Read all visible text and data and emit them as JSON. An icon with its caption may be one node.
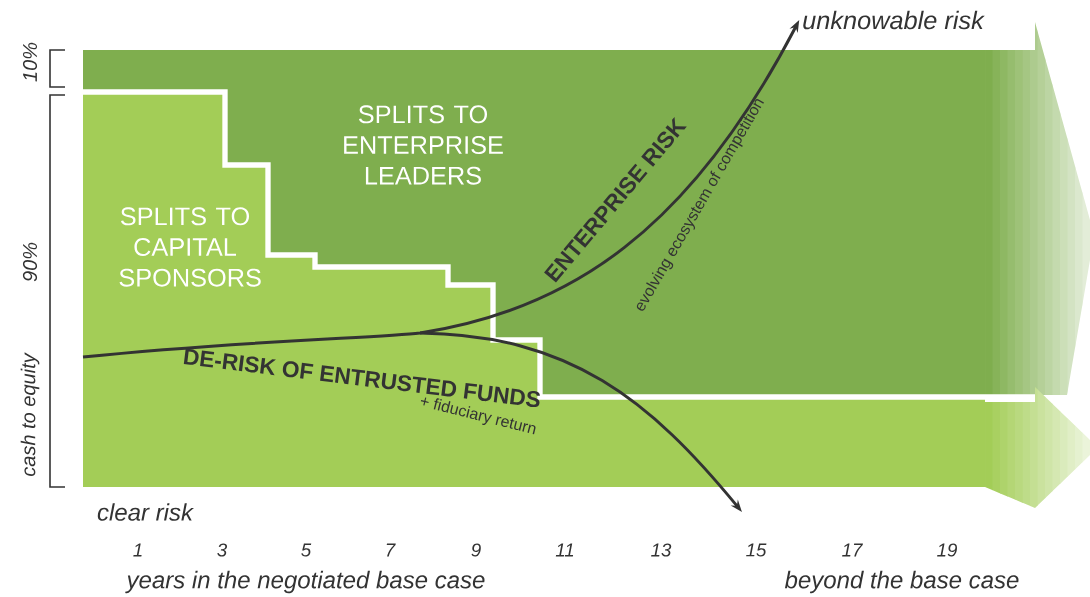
{
  "diagram": {
    "nodes": [
      {
        "text": [
          "SPLITS TO ENTERPRISE LEADERS"
        ]
      },
      {
        "text": [
          "SPLITS TO CAPITAL SPONSORS"
        ]
      },
      {
        "text": [
          "unknowable risk"
        ]
      }
    ],
    "edges": [
      {
        "from": null,
        "to": 2,
        "arrow": "to",
        "label": "ENTERPRISE RISK"
      }
    ],
    "labels": [
      "10%",
      "90%",
      "cash to equity",
      "evolving ecosystem of competition",
      "DE-RISK OF ENTRUSTED FUNDS",
      "+ fiduciary return",
      "clear risk",
      "1",
      "3",
      "5",
      "7",
      "9",
      "11",
      "13",
      "15",
      "17",
      "19",
      "years in the negotiated base case",
      "beyond the base case"
    ]
  }
}
